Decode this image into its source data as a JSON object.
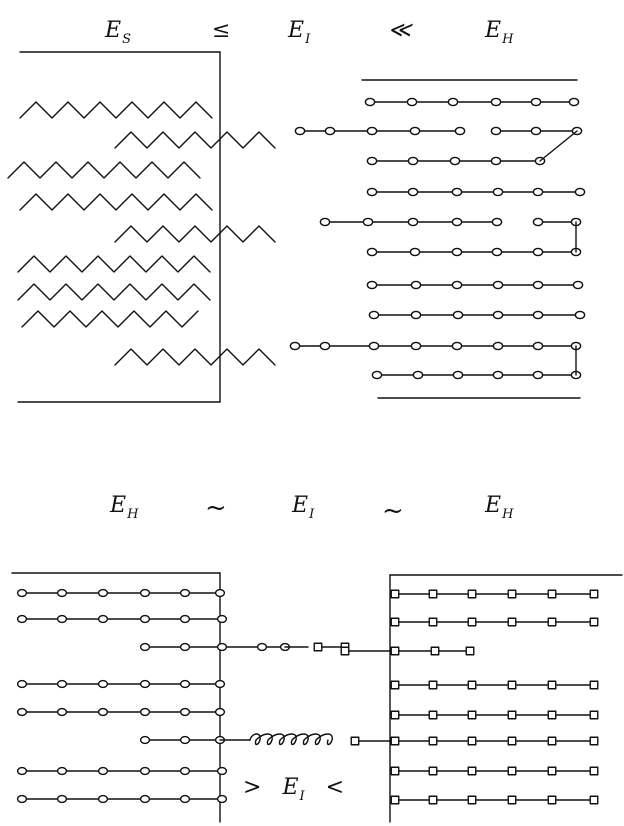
{
  "top_relation": {
    "left_symbol": "E",
    "left_subscript": "S",
    "relation_1": "≤",
    "middle_symbol": "E",
    "middle_subscript": "I",
    "relation_2": "≪",
    "right_symbol": "E",
    "right_subscript": "H"
  },
  "bottom_relation": {
    "left_symbol": "E",
    "left_subscript": "H",
    "relation_1": "~",
    "middle_symbol": "E",
    "middle_subscript": "I",
    "relation_2": "~",
    "right_symbol": "E",
    "right_subscript": "H"
  },
  "interface_label": {
    "open": ">",
    "symbol": "E",
    "subscript": "I",
    "close": "<"
  },
  "colors": {
    "ink": "#111111",
    "paper": "#ffffff"
  }
}
